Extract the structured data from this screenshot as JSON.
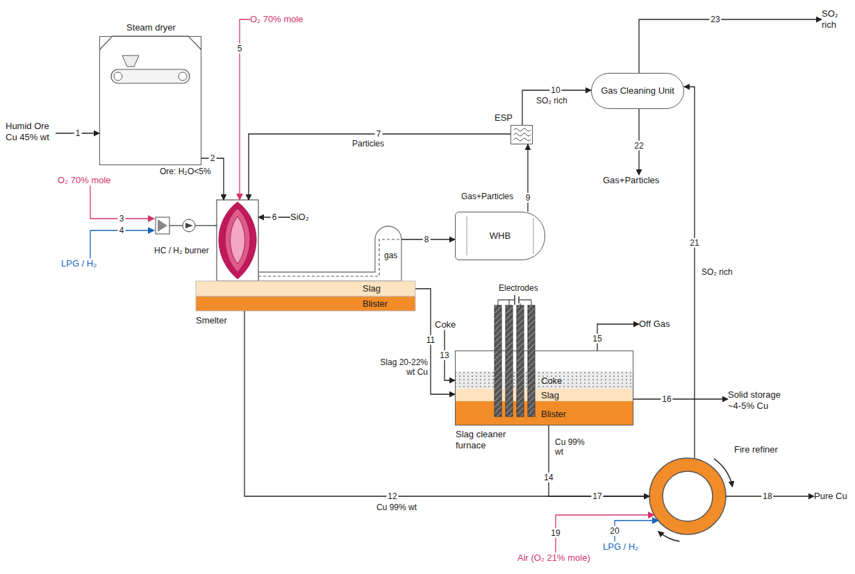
{
  "diagram": {
    "nodes": [
      {
        "text": [
          "Humid Ore Cu 45% wt"
        ]
      },
      {
        "text": [
          "Steam dryer"
        ]
      },
      {
        "text": [
          "O₂ 70% mole"
        ]
      },
      {
        "text": [
          "O₂ 70% mole"
        ]
      },
      {
        "text": [
          "LPG / H₂"
        ]
      },
      {
        "text": [
          "HC / H₂ burner"
        ]
      },
      {
        "text": [
          "Smelter"
        ]
      },
      {
        "text": [
          "Slag"
        ],
        "in": 6
      },
      {
        "text": [
          "Blister"
        ],
        "in": 6
      },
      {
        "text": [
          "SiO₂"
        ]
      },
      {
        "text": [
          "WHB"
        ]
      },
      {
        "text": [
          "ESP"
        ]
      },
      {
        "text": [
          "Gas Cleaning Unit"
        ]
      },
      {
        "text": [
          "SO₂ rich"
        ]
      },
      {
        "text": [
          "Gas+Particles"
        ]
      },
      {
        "text": [
          "Slag cleaner furnace"
        ]
      },
      {
        "text": [
          "Coke"
        ],
        "in": 15
      },
      {
        "text": [
          "Slag"
        ],
        "in": 15
      },
      {
        "text": [
          "Blister"
        ],
        "in": 15
      },
      {
        "text": [
          "Coke"
        ]
      },
      {
        "text": [
          "Off Gas"
        ]
      },
      {
        "text": [
          "Solid storage ~4-5% Cu"
        ]
      },
      {
        "text": [
          "Fire refiner"
        ]
      },
      {
        "text": [
          "Pure Cu"
        ]
      },
      {
        "text": [
          "Air (O₂ 21% mole)"
        ]
      },
      {
        "text": [
          "LPG / H₂"
        ]
      }
    ],
    "edges": [
      {
        "from": 0,
        "to": 1,
        "arrow": "to",
        "label": "1"
      },
      {
        "from": 1,
        "to": 6,
        "arrow": "to",
        "label": "2"
      },
      {
        "from": 2,
        "to": 6,
        "arrow": "to",
        "label": "5"
      },
      {
        "from": 3,
        "to": 5,
        "arrow": "to",
        "label": "3"
      },
      {
        "from": 4,
        "to": 5,
        "arrow": "to",
        "label": "4"
      },
      {
        "from": 5,
        "to": 6,
        "arrow": "none"
      },
      {
        "from": 9,
        "to": 6,
        "arrow": "to",
        "label": "6"
      },
      {
        "from": 6,
        "to": 10,
        "arrow": "to",
        "label": "8"
      },
      {
        "from": 10,
        "to": 11,
        "arrow": "to",
        "label": "9"
      },
      {
        "from": 11,
        "to": 6,
        "arrow": "to",
        "label": "7"
      },
      {
        "from": 11,
        "to": 12,
        "arrow": "to",
        "label": "10"
      },
      {
        "from": 12,
        "to": 13,
        "arrow": "to",
        "label": "23"
      },
      {
        "from": 12,
        "to": 14,
        "arrow": "to",
        "label": "22"
      },
      {
        "from": 6,
        "to": 15,
        "arrow": "to",
        "label": "11"
      },
      {
        "from": 19,
        "to": 15,
        "arrow": "to",
        "label": "13"
      },
      {
        "from": 15,
        "to": 20,
        "arrow": "to",
        "label": "15"
      },
      {
        "from": 15,
        "to": 21,
        "arrow": "to",
        "label": "16"
      },
      {
        "from": 6,
        "to": 22,
        "arrow": "to",
        "label": "12"
      },
      {
        "from": 15,
        "to": 22,
        "arrow": "to",
        "label": "14"
      },
      {
        "from": 22,
        "to": 12,
        "arrow": "to",
        "label": "21"
      },
      {
        "from": 22,
        "to": 23,
        "arrow": "to",
        "label": "18"
      },
      {
        "from": 24,
        "to": 22,
        "arrow": "to",
        "label": "19"
      },
      {
        "from": 25,
        "to": 22,
        "arrow": "to",
        "label": "20"
      }
    ],
    "labels": [
      "Ore: H₂O<5%",
      "Particles",
      "Gas+Particles",
      "SO₂ rich",
      "gas",
      "Slag 20-22% wt Cu",
      "Cu 99% wt",
      "Cu 99% wt",
      "Electrodes",
      "17",
      "SO₂ rich"
    ]
  }
}
